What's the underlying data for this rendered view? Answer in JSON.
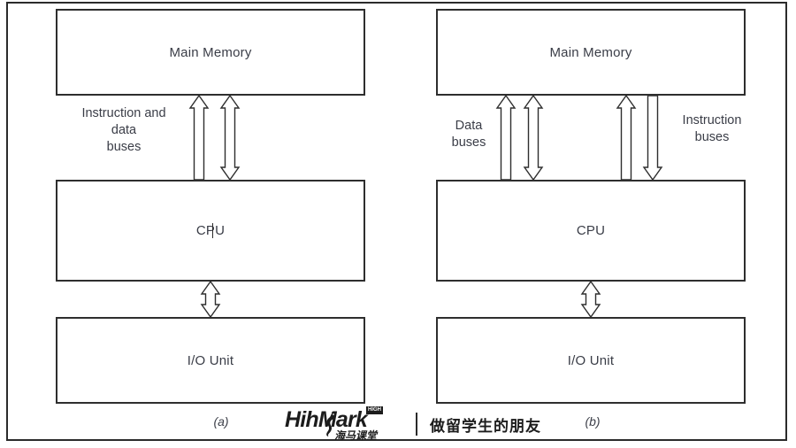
{
  "diagram": {
    "title": "Von Neumann and Harvard architecture bus diagrams",
    "panels": [
      {
        "id": "a",
        "caption": "(a)",
        "boxes": {
          "memory": "Main Memory",
          "cpu": "CPU",
          "io": "I/O Unit"
        },
        "bus_labels": [
          {
            "name": "instruction-and-data-buses",
            "text": "Instruction and\ndata\nbuses"
          }
        ],
        "arrows": [
          {
            "name": "memory-to-cpu-read-arrow",
            "direction": "up"
          },
          {
            "name": "memory-cpu-bidirectional-arrow",
            "direction": "both"
          },
          {
            "name": "cpu-to-io-bidirectional-arrow",
            "direction": "both"
          }
        ],
        "cpu_has_text_caret": true
      },
      {
        "id": "b",
        "caption": "(b)",
        "boxes": {
          "memory": "Main Memory",
          "cpu": "CPU",
          "io": "I/O Unit"
        },
        "bus_labels": [
          {
            "name": "data-buses",
            "text": "Data\nbuses"
          },
          {
            "name": "instruction-buses",
            "text": "Instruction\nbuses"
          }
        ],
        "arrows": [
          {
            "name": "data-bus-up-arrow",
            "direction": "up"
          },
          {
            "name": "data-bus-bidirectional-arrow",
            "direction": "both"
          },
          {
            "name": "instruction-bus-up-arrow",
            "direction": "up"
          },
          {
            "name": "instruction-bus-down-arrow",
            "direction": "down"
          },
          {
            "name": "cpu-to-io-bidirectional-arrow",
            "direction": "both"
          }
        ],
        "cpu_has_text_caret": false
      }
    ]
  },
  "watermark": {
    "brand": "HihMark",
    "brand_badge": "HIGH",
    "brand_cn": "海马课堂",
    "slogan": "做留学生的朋友"
  },
  "colors": {
    "stroke": "#2e2e2e",
    "text": "#3a3d47",
    "background": "#ffffff",
    "watermark": "#1c1c1c"
  }
}
